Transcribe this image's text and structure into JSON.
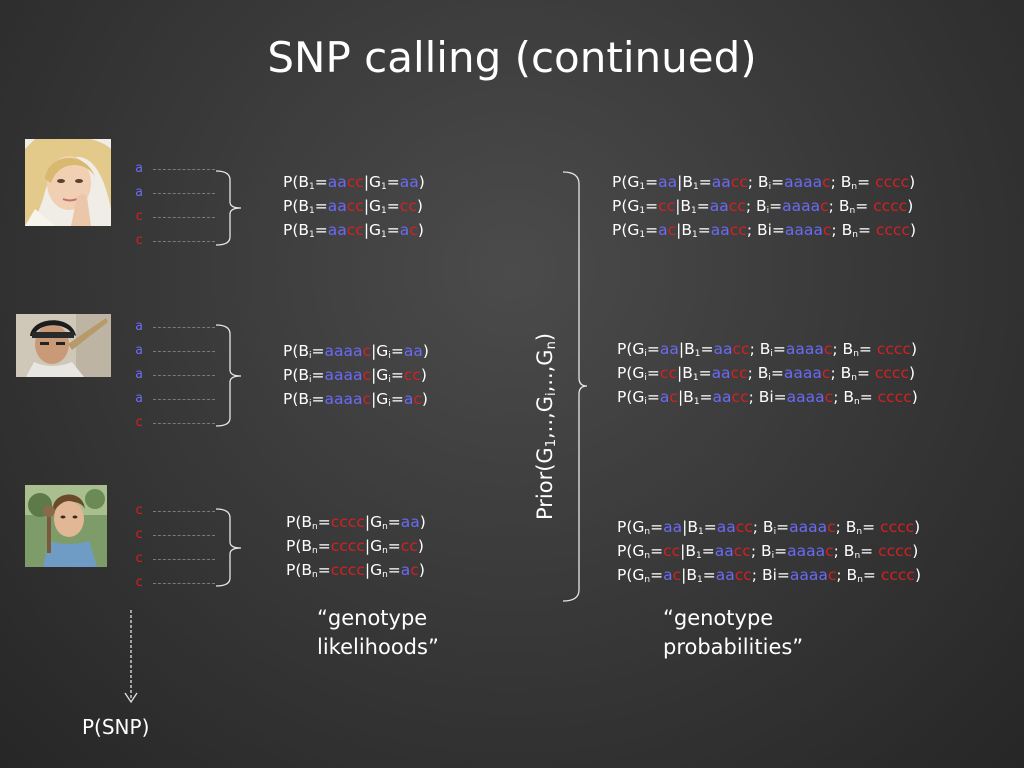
{
  "title": "SNP calling (continued)",
  "individuals": [
    {
      "photo": "woman-icon",
      "reads": [
        "a",
        "a",
        "c",
        "c"
      ]
    },
    {
      "photo": "boy-with-helmet-icon",
      "reads": [
        "a",
        "a",
        "a",
        "a",
        "c"
      ]
    },
    {
      "photo": "child-icon",
      "reads": [
        "c",
        "c",
        "c",
        "c"
      ]
    }
  ],
  "likelihoods": [
    [
      [
        [
          "P(B",
          ""
        ],
        [
          "1",
          "sub"
        ],
        [
          "=",
          ""
        ],
        [
          "aa",
          "a"
        ],
        [
          "cc",
          "c"
        ],
        [
          "|G",
          ""
        ],
        [
          "1",
          "sub"
        ],
        [
          "=",
          ""
        ],
        [
          "aa",
          "a"
        ],
        [
          ")",
          ""
        ]
      ],
      [
        [
          "P(B",
          ""
        ],
        [
          "1",
          "sub"
        ],
        [
          "=",
          ""
        ],
        [
          "aa",
          "a"
        ],
        [
          "cc",
          "c"
        ],
        [
          "|G",
          ""
        ],
        [
          "1",
          "sub"
        ],
        [
          "=",
          ""
        ],
        [
          "cc",
          "c"
        ],
        [
          ")",
          ""
        ]
      ],
      [
        [
          "P(B",
          ""
        ],
        [
          "1",
          "sub"
        ],
        [
          "=",
          ""
        ],
        [
          "aa",
          "a"
        ],
        [
          "cc",
          "c"
        ],
        [
          "|G",
          ""
        ],
        [
          "1",
          "sub"
        ],
        [
          "=",
          ""
        ],
        [
          "a",
          "a"
        ],
        [
          "c",
          "c"
        ],
        [
          ")",
          ""
        ]
      ]
    ],
    [
      [
        [
          "P(B",
          ""
        ],
        [
          "i",
          "sub"
        ],
        [
          "=",
          ""
        ],
        [
          "aaaa",
          "a"
        ],
        [
          "c",
          "c"
        ],
        [
          "|G",
          ""
        ],
        [
          "i",
          "sub"
        ],
        [
          "=",
          ""
        ],
        [
          "aa",
          "a"
        ],
        [
          ")",
          ""
        ]
      ],
      [
        [
          "P(B",
          ""
        ],
        [
          "i",
          "sub"
        ],
        [
          "=",
          ""
        ],
        [
          "aaaa",
          "a"
        ],
        [
          "c",
          "c"
        ],
        [
          "|G",
          ""
        ],
        [
          "i",
          "sub"
        ],
        [
          "=",
          ""
        ],
        [
          "cc",
          "c"
        ],
        [
          ")",
          ""
        ]
      ],
      [
        [
          "P(B",
          ""
        ],
        [
          "i",
          "sub"
        ],
        [
          "=",
          ""
        ],
        [
          "aaaa",
          "a"
        ],
        [
          "c",
          "c"
        ],
        [
          "|G",
          ""
        ],
        [
          "i",
          "sub"
        ],
        [
          "=",
          ""
        ],
        [
          "a",
          "a"
        ],
        [
          "c",
          "c"
        ],
        [
          ")",
          ""
        ]
      ]
    ],
    [
      [
        [
          "P(B",
          ""
        ],
        [
          "n",
          "sub"
        ],
        [
          "=",
          ""
        ],
        [
          "cccc",
          "c"
        ],
        [
          "|G",
          ""
        ],
        [
          "n",
          "sub"
        ],
        [
          "=",
          ""
        ],
        [
          "aa",
          "a"
        ],
        [
          ")",
          ""
        ]
      ],
      [
        [
          "P(B",
          ""
        ],
        [
          "n",
          "sub"
        ],
        [
          "=",
          ""
        ],
        [
          "cccc",
          "c"
        ],
        [
          "|G",
          ""
        ],
        [
          "n",
          "sub"
        ],
        [
          "=",
          ""
        ],
        [
          "cc",
          "c"
        ],
        [
          ")",
          ""
        ]
      ],
      [
        [
          "P(B",
          ""
        ],
        [
          "n",
          "sub"
        ],
        [
          "=",
          ""
        ],
        [
          "cccc",
          "c"
        ],
        [
          "|G",
          ""
        ],
        [
          "n",
          "sub"
        ],
        [
          "=",
          ""
        ],
        [
          "a",
          "a"
        ],
        [
          "c",
          "c"
        ],
        [
          ")",
          ""
        ]
      ]
    ]
  ],
  "probabilities": [
    [
      [
        [
          "P(G",
          ""
        ],
        [
          "1",
          "sub"
        ],
        [
          "=",
          ""
        ],
        [
          "aa",
          "a"
        ],
        [
          "|B",
          ""
        ],
        [
          "1",
          "sub"
        ],
        [
          "=",
          ""
        ],
        [
          "aa",
          "a"
        ],
        [
          "cc",
          "c"
        ],
        [
          "; B",
          ""
        ],
        [
          "i",
          "sub"
        ],
        [
          "=",
          ""
        ],
        [
          "aaaa",
          "a"
        ],
        [
          "c",
          "c"
        ],
        [
          "; B",
          ""
        ],
        [
          "n",
          "sub"
        ],
        [
          "= ",
          ""
        ],
        [
          "cccc",
          "c"
        ],
        [
          ")",
          ""
        ]
      ],
      [
        [
          "P(G",
          ""
        ],
        [
          "1",
          "sub"
        ],
        [
          "=",
          ""
        ],
        [
          "cc",
          "c"
        ],
        [
          "|B",
          ""
        ],
        [
          "1",
          "sub"
        ],
        [
          "=",
          ""
        ],
        [
          "aa",
          "a"
        ],
        [
          "cc",
          "c"
        ],
        [
          "; B",
          ""
        ],
        [
          "i",
          "sub"
        ],
        [
          "=",
          ""
        ],
        [
          "aaaa",
          "a"
        ],
        [
          "c",
          "c"
        ],
        [
          "; B",
          ""
        ],
        [
          "n",
          "sub"
        ],
        [
          "= ",
          ""
        ],
        [
          "cccc",
          "c"
        ],
        [
          ")",
          ""
        ]
      ],
      [
        [
          "P(G",
          ""
        ],
        [
          "1",
          "sub"
        ],
        [
          "=",
          ""
        ],
        [
          "a",
          "a"
        ],
        [
          "c",
          "c"
        ],
        [
          "|B",
          ""
        ],
        [
          "1",
          "sub"
        ],
        [
          "=",
          ""
        ],
        [
          "aa",
          "a"
        ],
        [
          "cc",
          "c"
        ],
        [
          "; Bi=",
          ""
        ],
        [
          "aaaa",
          "a"
        ],
        [
          "c",
          "c"
        ],
        [
          "; B",
          ""
        ],
        [
          "n",
          "sub"
        ],
        [
          "= ",
          ""
        ],
        [
          "cccc",
          "c"
        ],
        [
          ")",
          ""
        ]
      ]
    ],
    [
      [
        [
          "P(G",
          ""
        ],
        [
          "i",
          "sub"
        ],
        [
          "=",
          ""
        ],
        [
          "aa",
          "a"
        ],
        [
          "|B",
          ""
        ],
        [
          "1",
          "sub"
        ],
        [
          "=",
          ""
        ],
        [
          "aa",
          "a"
        ],
        [
          "cc",
          "c"
        ],
        [
          "; B",
          ""
        ],
        [
          "i",
          "sub"
        ],
        [
          "=",
          ""
        ],
        [
          "aaaa",
          "a"
        ],
        [
          "c",
          "c"
        ],
        [
          "; B",
          ""
        ],
        [
          "n",
          "sub"
        ],
        [
          "= ",
          ""
        ],
        [
          "cccc",
          "c"
        ],
        [
          ")",
          ""
        ]
      ],
      [
        [
          "P(G",
          ""
        ],
        [
          "i",
          "sub"
        ],
        [
          "=",
          ""
        ],
        [
          "cc",
          "c"
        ],
        [
          "|B",
          ""
        ],
        [
          "1",
          "sub"
        ],
        [
          "=",
          ""
        ],
        [
          "aa",
          "a"
        ],
        [
          "cc",
          "c"
        ],
        [
          "; B",
          ""
        ],
        [
          "i",
          "sub"
        ],
        [
          "=",
          ""
        ],
        [
          "aaaa",
          "a"
        ],
        [
          "c",
          "c"
        ],
        [
          "; B",
          ""
        ],
        [
          "n",
          "sub"
        ],
        [
          "= ",
          ""
        ],
        [
          "cccc",
          "c"
        ],
        [
          ")",
          ""
        ]
      ],
      [
        [
          "P(G",
          ""
        ],
        [
          "i",
          "sub"
        ],
        [
          "=",
          ""
        ],
        [
          "a",
          "a"
        ],
        [
          "c",
          "c"
        ],
        [
          "|B",
          ""
        ],
        [
          "1",
          "sub"
        ],
        [
          "=",
          ""
        ],
        [
          "aa",
          "a"
        ],
        [
          "cc",
          "c"
        ],
        [
          "; Bi=",
          ""
        ],
        [
          "aaaa",
          "a"
        ],
        [
          "c",
          "c"
        ],
        [
          "; B",
          ""
        ],
        [
          "n",
          "sub"
        ],
        [
          "= ",
          ""
        ],
        [
          "cccc",
          "c"
        ],
        [
          ")",
          ""
        ]
      ]
    ],
    [
      [
        [
          "P(G",
          ""
        ],
        [
          "n",
          "sub"
        ],
        [
          "=",
          ""
        ],
        [
          "aa",
          "a"
        ],
        [
          "|B",
          ""
        ],
        [
          "1",
          "sub"
        ],
        [
          "=",
          ""
        ],
        [
          "aa",
          "a"
        ],
        [
          "cc",
          "c"
        ],
        [
          "; B",
          ""
        ],
        [
          "i",
          "sub"
        ],
        [
          "=",
          ""
        ],
        [
          "aaaa",
          "a"
        ],
        [
          "c",
          "c"
        ],
        [
          "; B",
          ""
        ],
        [
          "n",
          "sub"
        ],
        [
          "= ",
          ""
        ],
        [
          "cccc",
          "c"
        ],
        [
          ")",
          ""
        ]
      ],
      [
        [
          "P(G",
          ""
        ],
        [
          "n",
          "sub"
        ],
        [
          "=",
          ""
        ],
        [
          "cc",
          "c"
        ],
        [
          "|B",
          ""
        ],
        [
          "1",
          "sub"
        ],
        [
          "=",
          ""
        ],
        [
          "aa",
          "a"
        ],
        [
          "cc",
          "c"
        ],
        [
          "; B",
          ""
        ],
        [
          "i",
          "sub"
        ],
        [
          "=",
          ""
        ],
        [
          "aaaa",
          "a"
        ],
        [
          "c",
          "c"
        ],
        [
          "; B",
          ""
        ],
        [
          "n",
          "sub"
        ],
        [
          "= ",
          ""
        ],
        [
          "cccc",
          "c"
        ],
        [
          ")",
          ""
        ]
      ],
      [
        [
          "P(G",
          ""
        ],
        [
          "n",
          "sub"
        ],
        [
          "=",
          ""
        ],
        [
          "a",
          "a"
        ],
        [
          "c",
          "c"
        ],
        [
          "|B",
          ""
        ],
        [
          "1",
          "sub"
        ],
        [
          "=",
          ""
        ],
        [
          "aa",
          "a"
        ],
        [
          "cc",
          "c"
        ],
        [
          "; Bi=",
          ""
        ],
        [
          "aaaa",
          "a"
        ],
        [
          "c",
          "c"
        ],
        [
          "; B",
          ""
        ],
        [
          "n",
          "sub"
        ],
        [
          "= ",
          ""
        ],
        [
          "cccc",
          "c"
        ],
        [
          ")",
          ""
        ]
      ]
    ]
  ],
  "prior_label": [
    [
      "Prior(G",
      ""
    ],
    [
      "1",
      "sub"
    ],
    [
      ",..,G",
      ""
    ],
    [
      "i",
      "sub"
    ],
    [
      ",..,G",
      ""
    ],
    [
      "n",
      "sub"
    ],
    [
      ")",
      ""
    ]
  ],
  "captions": {
    "likelihoods_line1": "“genotype",
    "likelihoods_line2": "likelihoods”",
    "probabilities_line1": "“genotype",
    "probabilities_line2": "probabilities”"
  },
  "p_snp": "P(SNP)",
  "colors": {
    "allele_a": "#6a6af5",
    "allele_c": "#d42020",
    "text": "#ffffff"
  }
}
